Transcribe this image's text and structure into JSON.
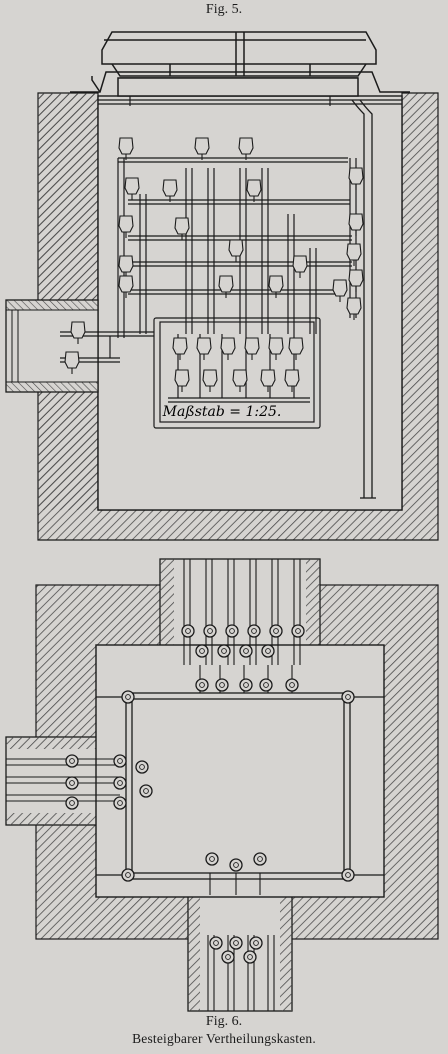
{
  "figure5": {
    "caption": "Fig. 5.",
    "scale_label": "Maßstab = 1:25."
  },
  "figure6": {
    "caption": "Fig. 6.",
    "title": "Besteigbarer Vertheilungskasten."
  },
  "colors": {
    "paper": "#d6d4d1",
    "ink": "#1b1b1b",
    "hatch": "#4a4a4a"
  },
  "icons": [
    "insulator-icon",
    "cable-duct-icon",
    "manhole-cover-icon"
  ]
}
